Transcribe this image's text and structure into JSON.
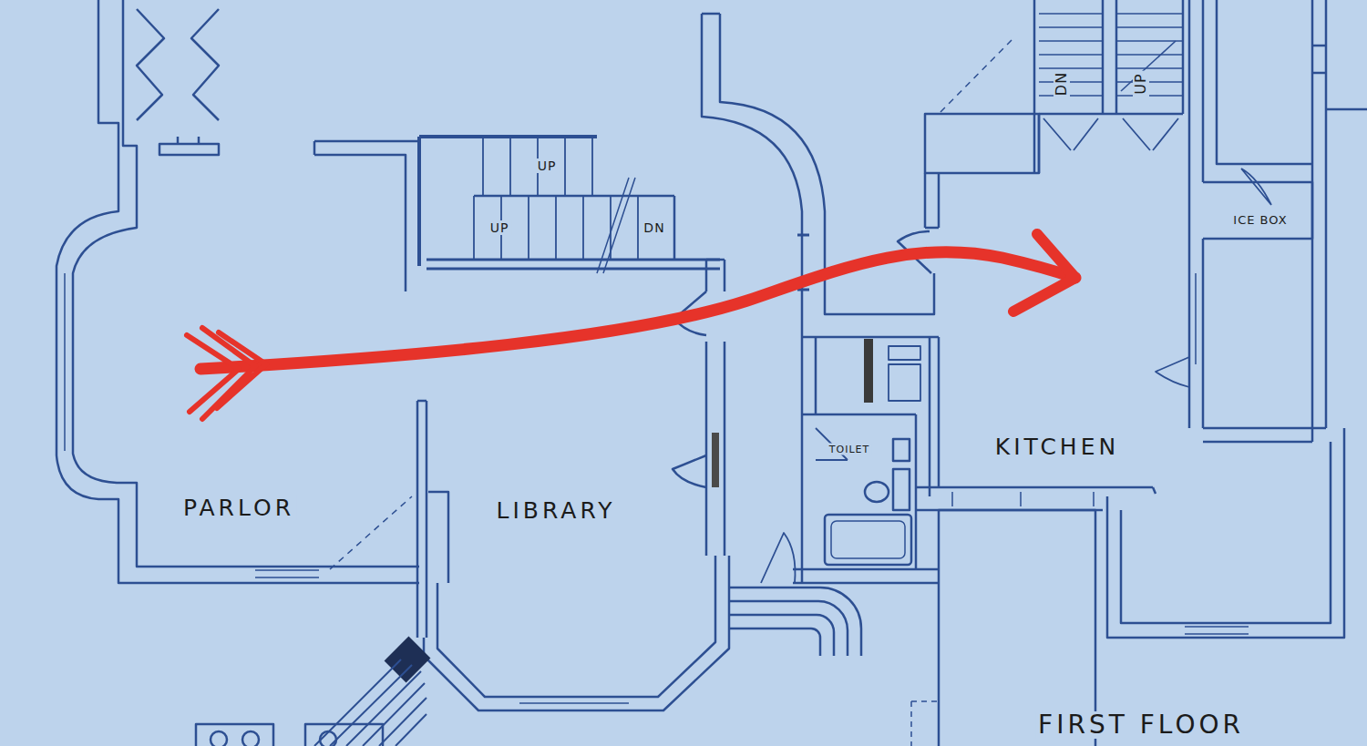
{
  "diagram": {
    "title": "FIRST FLOOR",
    "labels": [
      "DN",
      "UP",
      "UP",
      "ICE BOX",
      "UP",
      "DN",
      "TOILET",
      "KITCHEN",
      "PARLOR",
      "LIBRARY"
    ]
  }
}
